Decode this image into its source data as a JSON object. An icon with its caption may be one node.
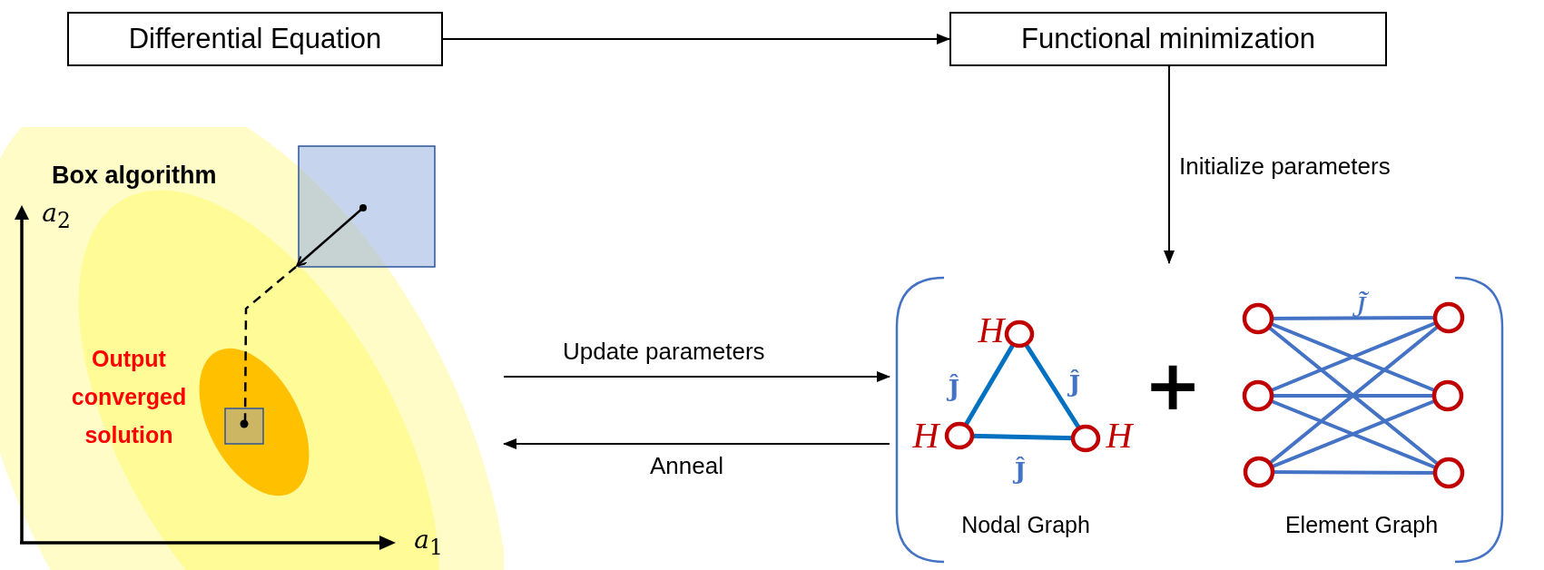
{
  "diagram": {
    "nodes": [
      {
        "text": [
          "Differential Equation"
        ]
      },
      {
        "text": [
          "Functional minimization"
        ]
      },
      {
        "text": [
          "Box algorithm",
          "Output converged solution"
        ]
      },
      {
        "text": [],
        "shape": "bracket"
      },
      {
        "text": [
          "Nodal Graph"
        ],
        "in": 3
      },
      {
        "text": [
          "Element Graph"
        ],
        "in": 3
      }
    ],
    "edges": [
      {
        "from": 0,
        "to": 1,
        "arrow": "to"
      },
      {
        "from": 1,
        "to": 3,
        "arrow": "to",
        "label": "Initialize parameters"
      },
      {
        "from": 2,
        "to": 3,
        "arrow": "to",
        "label": "Update parameters"
      },
      {
        "from": 3,
        "to": 2,
        "arrow": "to",
        "label": "Anneal"
      }
    ],
    "labels": [
      "*a*$_{2}$",
      "*a*$_{1}$",
      "H",
      "H",
      "H",
      "Ĵ",
      "Ĵ",
      "Ĵ",
      "J̃",
      "+"
    ]
  }
}
